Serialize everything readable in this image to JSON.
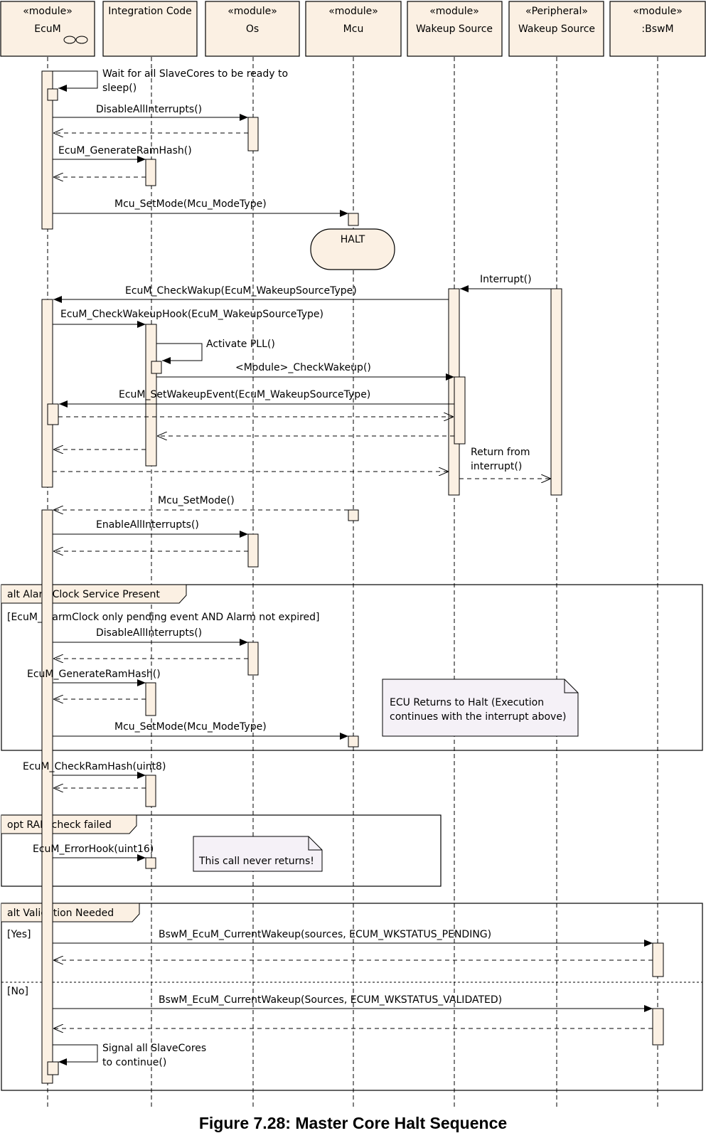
{
  "lifelines": [
    {
      "id": "ecum",
      "stereotype": "«module»",
      "name": "EcuM",
      "icon": "subsystem-icon"
    },
    {
      "id": "integration",
      "stereotype": "",
      "name": "Integration Code"
    },
    {
      "id": "os",
      "stereotype": "«module»",
      "name": "Os"
    },
    {
      "id": "mcu",
      "stereotype": "«module»",
      "name": "Mcu"
    },
    {
      "id": "wakeup-module",
      "stereotype": "«module»",
      "name": "Wakeup Source"
    },
    {
      "id": "wakeup-peripheral",
      "stereotype": "«Peripheral»",
      "name": "Wakeup Source"
    },
    {
      "id": "bswm",
      "stereotype": "«module»",
      "name": ":BswM"
    }
  ],
  "messages": {
    "wait_slavecores": [
      "Wait for all SlaveCores to be ready to",
      "sleep()"
    ],
    "disable_all_interrupts_1": "DisableAllInterrupts()",
    "generate_ram_hash_1": "EcuM_GenerateRamHash()",
    "mcu_set_mode_1": "Mcu_SetMode(Mcu_ModeType)",
    "interrupt": "Interrupt()",
    "check_wakeup": "EcuM_CheckWakup(EcuM_WakeupSourceType)",
    "check_wakeup_hook": "EcuM_CheckWakeupHook(EcuM_WakeupSourceType)",
    "activate_pll": "Activate PLL()",
    "module_check_wakeup": "<Module>_CheckWakeup()",
    "set_wakeup_event": "EcuM_SetWakeupEvent(EcuM_WakeupSourceType)",
    "return_from_interrupt": [
      "Return from",
      "interrupt()"
    ],
    "mcu_set_mode_return": "Mcu_SetMode()",
    "enable_all_interrupts": "EnableAllInterrupts()",
    "disable_all_interrupts_2": "DisableAllInterrupts()",
    "generate_ram_hash_2": "EcuM_GenerateRamHash()",
    "mcu_set_mode_2": "Mcu_SetMode(Mcu_ModeType)",
    "check_ram_hash": "EcuM_CheckRamHash(uint8)",
    "error_hook": "EcuM_ErrorHook(uint16)",
    "current_wakeup_pending": "BswM_EcuM_CurrentWakeup(sources, ECUM_WKSTATUS_PENDING)",
    "current_wakeup_validated": "BswM_EcuM_CurrentWakeup(Sources, ECUM_WKSTATUS_VALIDATED)",
    "signal_slavecores": [
      "Signal all SlaveCores",
      "to continue()"
    ]
  },
  "halt_state": "HALT",
  "fragments": {
    "alarm": {
      "label": "alt AlarmClock Service Present",
      "guard": "[EcuM_AlarmClock only pending event AND Alarm not expired]"
    },
    "ram_check": {
      "label": "opt RAM check failed"
    },
    "validation": {
      "label": "alt Validation Needed",
      "guard_yes": "[Yes]",
      "guard_no": "[No]"
    }
  },
  "notes": {
    "ecu_returns": [
      "ECU Returns to Halt (Execution",
      "continues with the interrupt above)"
    ],
    "never_returns": "This call never returns!"
  },
  "caption": "Figure 7.28: Master Core Halt Sequence",
  "colors": {
    "activation_fill": "#fbf0e3",
    "note_fill": "#f5f1f7",
    "line": "#000000"
  }
}
